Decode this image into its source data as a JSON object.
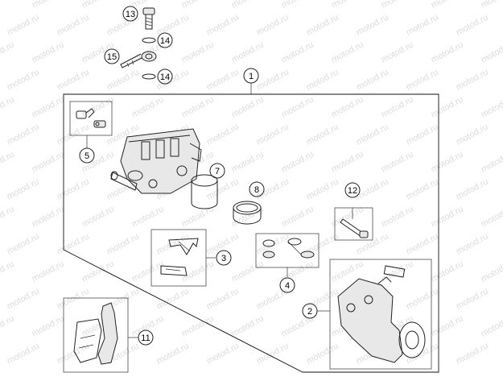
{
  "watermark": {
    "text": "motod.ru"
  },
  "callouts": [
    {
      "id": "c1",
      "label": "1"
    },
    {
      "id": "c2",
      "label": "2"
    },
    {
      "id": "c3",
      "label": "3"
    },
    {
      "id": "c4",
      "label": "4"
    },
    {
      "id": "c5",
      "label": "5"
    },
    {
      "id": "c7",
      "label": "7"
    },
    {
      "id": "c8",
      "label": "8"
    },
    {
      "id": "c11",
      "label": "11"
    },
    {
      "id": "c12",
      "label": "12"
    },
    {
      "id": "c13",
      "label": "13"
    },
    {
      "id": "c14a",
      "label": "14"
    },
    {
      "id": "c14b",
      "label": "14"
    },
    {
      "id": "c15",
      "label": "15"
    }
  ]
}
